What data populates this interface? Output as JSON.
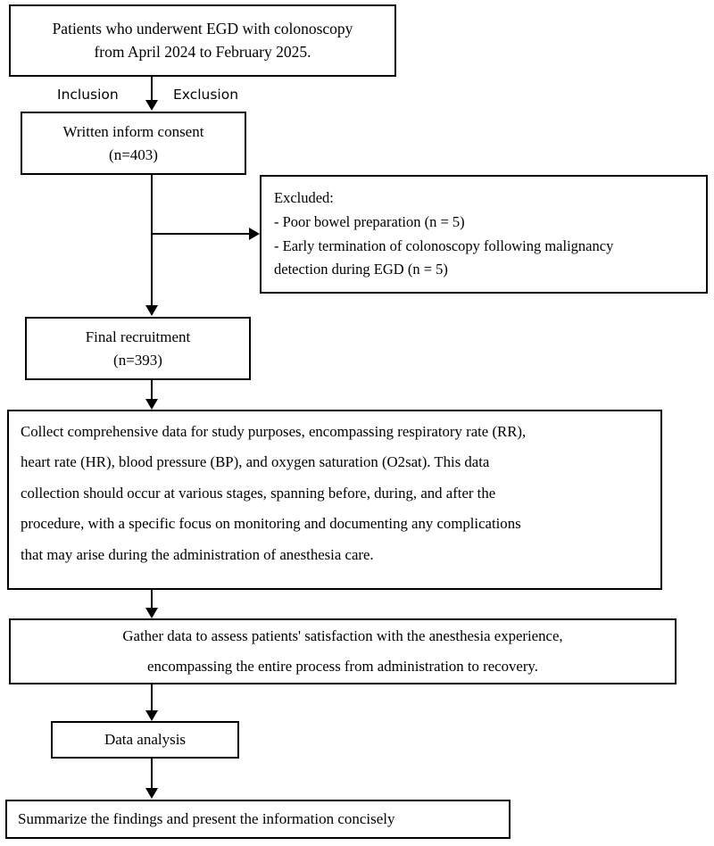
{
  "diagram": {
    "title": "Study flowchart of patients undergoing EGD with colonoscopy",
    "type": "flowchart",
    "orientation": "top-to-bottom",
    "colors": {
      "background": "#ffffff",
      "box_border": "#000000",
      "text": "#000000",
      "connector": "#000000"
    }
  },
  "nodes": {
    "enrollment": {
      "lines": [
        "Patients who underwent EGD with colonoscopy",
        "from April 2024 to February 2025."
      ]
    },
    "consent": {
      "lines": [
        "Written inform consent",
        "(n=403)"
      ],
      "count": 403
    },
    "excluded": {
      "lines": [
        "Excluded:",
        "- Poor bowel preparation (n = 5)",
        "- Early termination of colonoscopy following malignancy",
        "detection during EGD (n = 5)"
      ],
      "reasons": [
        {
          "label": "Poor bowel preparation",
          "n": 5
        },
        {
          "label": "Early termination of colonoscopy following malignancy detection during EGD",
          "n": 5
        }
      ]
    },
    "final_recruitment": {
      "lines": [
        "Final recruitment",
        "(n=393)"
      ],
      "count": 393
    },
    "collect_data": {
      "lines": [
        "Collect comprehensive data for study purposes, encompassing respiratory rate (RR),",
        "heart rate (HR), blood pressure (BP), and oxygen saturation (O2sat). This data",
        "collection should occur at various stages, spanning before, during, and after the",
        "procedure, with a specific focus on monitoring and documenting any complications",
        "that may arise during the administration of anesthesia care."
      ]
    },
    "satisfaction": {
      "lines": [
        "Gather data to assess patients' satisfaction with the anesthesia experience,",
        "encompassing the entire process from administration to recovery."
      ]
    },
    "analysis": {
      "lines": [
        "Data analysis"
      ]
    },
    "summary": {
      "lines": [
        "Summarize the findings and present the information concisely"
      ]
    }
  },
  "branch_labels": {
    "inclusion": "Inclusion",
    "exclusion": "Exclusion"
  }
}
